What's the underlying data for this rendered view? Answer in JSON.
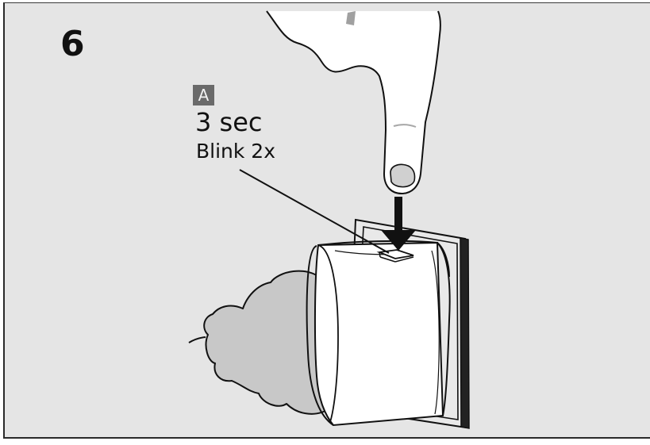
{
  "step": {
    "number": "6"
  },
  "callout": {
    "label": "A",
    "duration": "3 sec",
    "feedback": "Blink 2x"
  },
  "colors": {
    "background": "#e5e5e5",
    "outline": "#111111",
    "badge": "#6a6a6a",
    "plug_body": "#ffffff",
    "cable_end": "#c8c8c8"
  },
  "icons": {
    "finger": "pointing-finger-icon",
    "arrow": "down-arrow-icon",
    "plug": "smart-plug-icon",
    "button": "plug-button-icon"
  }
}
